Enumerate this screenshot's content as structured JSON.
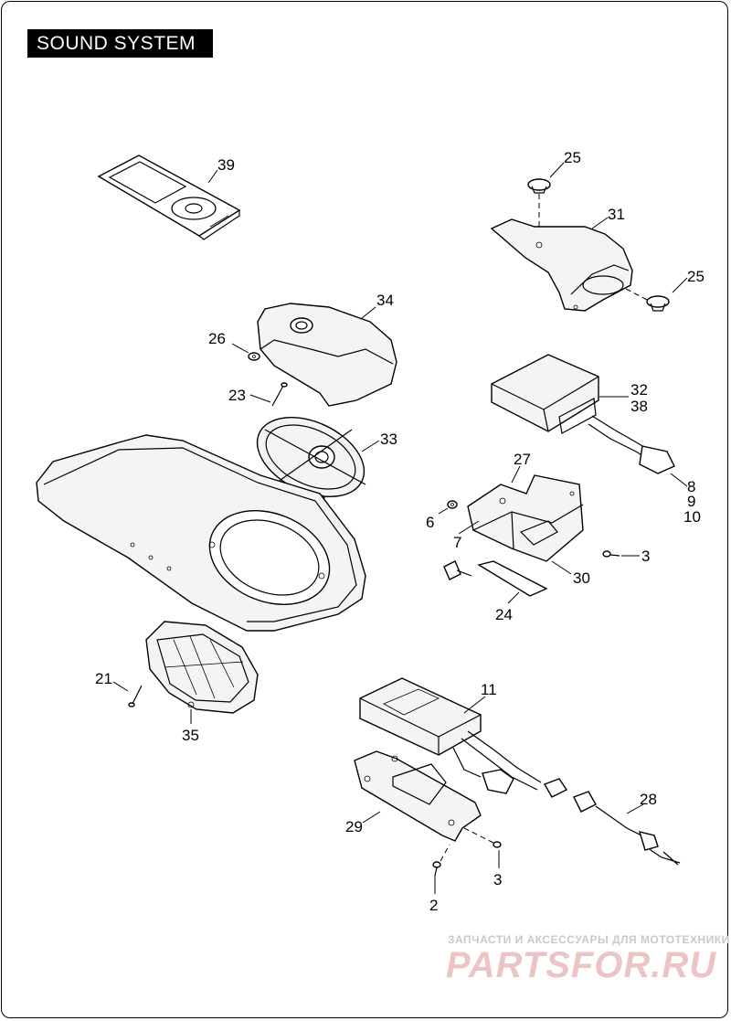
{
  "header": {
    "title": "SOUND SYSTEM"
  },
  "callouts": [
    "39",
    "25",
    "31",
    "25",
    "34",
    "26",
    "23",
    "32",
    "38",
    "33",
    "8",
    "9",
    "10",
    "27",
    "6",
    "7",
    "3",
    "30",
    "24",
    "21",
    "35",
    "11",
    "28",
    "29",
    "3",
    "2"
  ],
  "watermark": {
    "tagline": "ЗАПЧАСТИ И АКСЕССУАРЫ ДЛЯ МОТОТЕХНИКИ",
    "brand": "PARTSFOR.RU"
  }
}
